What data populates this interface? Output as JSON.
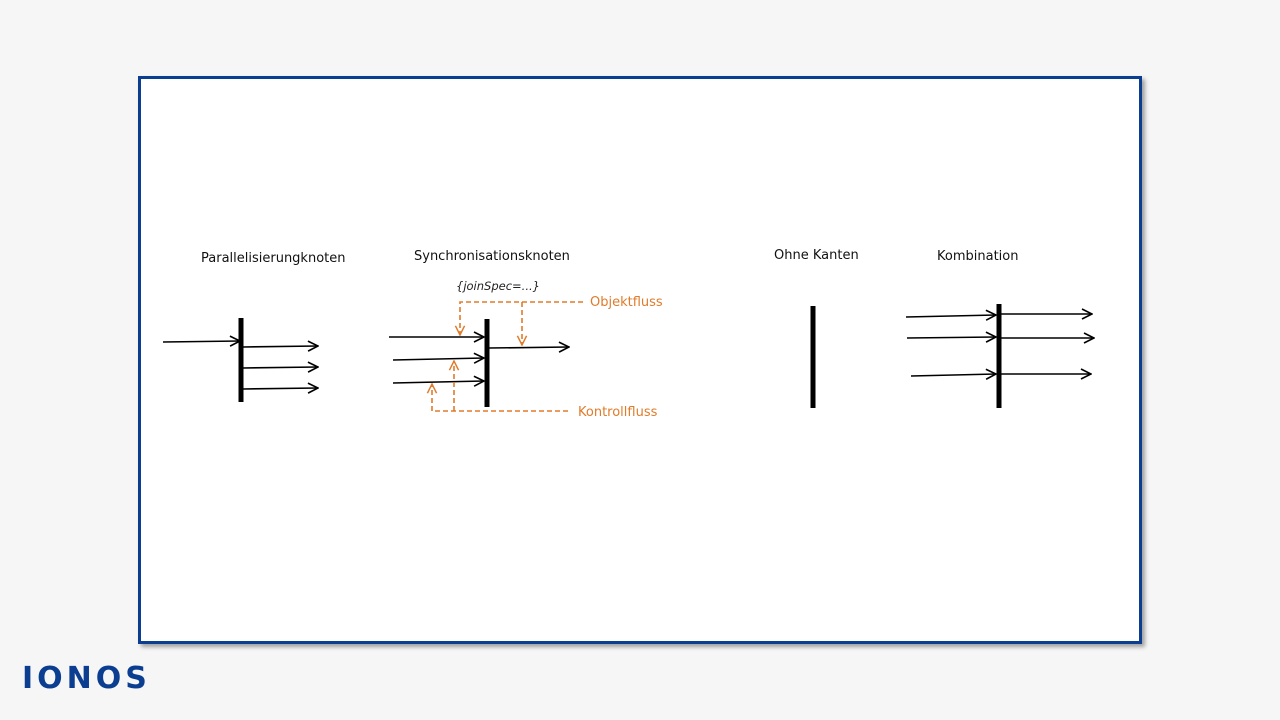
{
  "headings": {
    "fork": "Parallelisierungknoten",
    "join": "Synchronisationsknoten",
    "no_edges": "Ohne Kanten",
    "combination": "Kombination"
  },
  "annotations": {
    "join_spec": "{joinSpec=...}",
    "object_flow": "Objektfluss",
    "control_flow": "Kontrollfluss"
  },
  "brand": {
    "logo": "IONOS"
  },
  "colors": {
    "frame": "#0b3e91",
    "annotation": "#e07b2a",
    "logo": "#0b3e91",
    "lines": "#000000"
  }
}
